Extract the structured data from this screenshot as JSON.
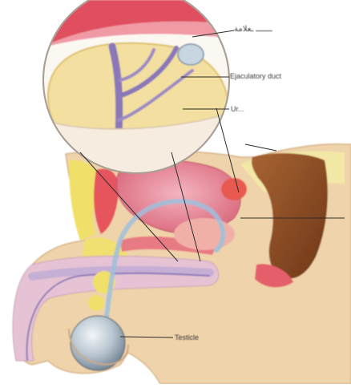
{
  "labels": {
    "top": "ـــــــ ـعلامة",
    "ejaculatory": "Ejaculatory duct",
    "urethra": "Ur...",
    "testicle": "Testicle"
  },
  "colors": {
    "skin": "#efd3aa",
    "fat": "#f0e06a",
    "bladder": "#e57c8e",
    "rectum": "#8a4a22",
    "testis": "#b9c6d0",
    "duct": "#8a78b8"
  }
}
